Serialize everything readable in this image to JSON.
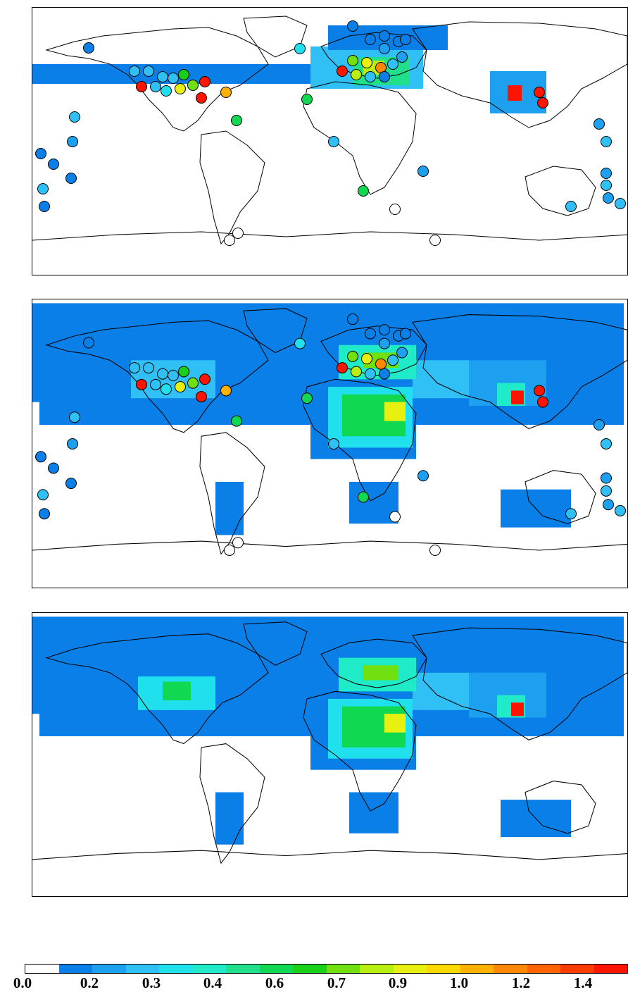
{
  "colorbar": {
    "tick_labels": [
      "0.0",
      "0.2",
      "0.3",
      "0.4",
      "0.6",
      "0.7",
      "0.9",
      "1.0",
      "1.2",
      "1.4"
    ],
    "colors": [
      "#ffffff",
      "#0a7fe8",
      "#1ea0f0",
      "#30c0f5",
      "#20e0ee",
      "#20ebc8",
      "#20e08c",
      "#10d850",
      "#18d018",
      "#70e010",
      "#b8ee10",
      "#e8f010",
      "#ffd800",
      "#ffb000",
      "#ff8800",
      "#ff6400",
      "#ff3c00",
      "#ff1400"
    ]
  },
  "palette": {
    "water": "#ffffff",
    "coast": "#000000",
    "low": "#1a8ff0",
    "mid": "#20e0ee",
    "green": "#18d018",
    "yellow": "#e8f010",
    "red": "#ff2000"
  },
  "panels": [
    {
      "name": "observations-with-model-overlay-top",
      "has_stations": true,
      "field": "sparse"
    },
    {
      "name": "observations-with-model-overlay-middle",
      "has_stations": true,
      "field": "full"
    },
    {
      "name": "model-field-bottom",
      "has_stations": false,
      "field": "full"
    }
  ]
}
